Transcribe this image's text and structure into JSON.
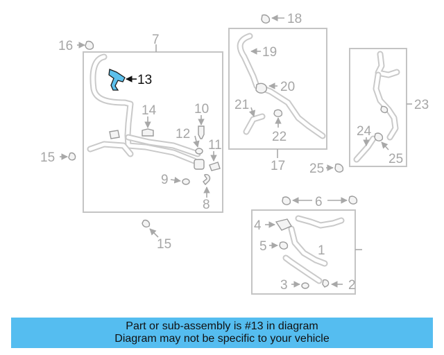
{
  "callouts": {
    "c1": "1",
    "c2": "2",
    "c3": "3",
    "c4": "4",
    "c5": "5",
    "c6": "6",
    "c7": "7",
    "c8": "8",
    "c9": "9",
    "c10": "10",
    "c11": "11",
    "c12": "12",
    "c13": "13",
    "c14": "14",
    "c15a": "15",
    "c15b": "15",
    "c16": "16",
    "c17": "17",
    "c18": "18",
    "c19": "19",
    "c20": "20",
    "c21": "21",
    "c22": "22",
    "c23": "23",
    "c24": "24",
    "c25a": "25",
    "c25b": "25"
  },
  "highlight": {
    "part": "13",
    "color": "#5cc0ec"
  },
  "banner": {
    "line1": "Part or sub-assembly is #13 in diagram",
    "line2": "Diagram may not be specific to your vehicle",
    "color": "#55bdf0"
  }
}
